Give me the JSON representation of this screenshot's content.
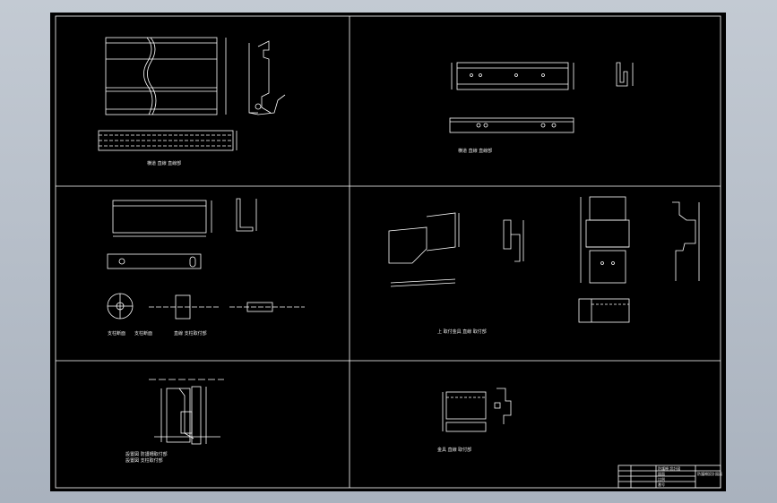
{
  "app": {
    "title": "",
    "accent": "#000000",
    "line_color": "#ffffff"
  },
  "drawing": {
    "captions": {
      "panel_1": "横道  直線 直線部",
      "panel_2": "横道  直線 直線部",
      "panel_3a": "支柱断面",
      "panel_3b": "支柱断面",
      "panel_3c": "直線 支柱取付部",
      "panel_4": "上  取付金具  直線 取付部",
      "panel_5a": "設置図 防護柵取付部",
      "panel_5b": "設置図 支柱取付部",
      "panel_6": "金具  直線 取付部"
    },
    "title_block": {
      "row1": "防護柵  設計図",
      "row2": "図面",
      "row3": "比例",
      "row4": "番号",
      "project": "防護柵設計図面"
    }
  }
}
